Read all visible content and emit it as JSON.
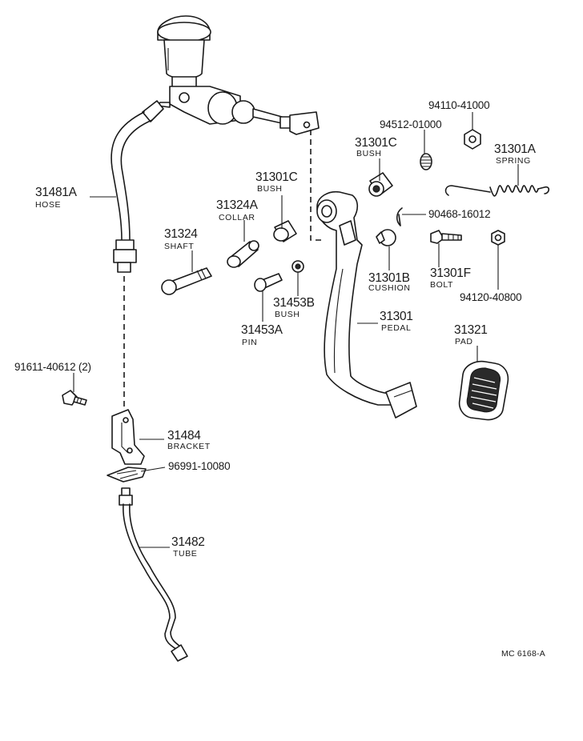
{
  "parts": {
    "hose": {
      "number": "31481A",
      "name": "HOSE"
    },
    "shaft": {
      "number": "31324",
      "name": "SHAFT"
    },
    "collar": {
      "number": "31324A",
      "name": "COLLAR"
    },
    "bush_c1": {
      "number": "31301C",
      "name": "BUSH"
    },
    "bush_c2": {
      "number": "31301C",
      "name": "BUSH"
    },
    "bush_b": {
      "number": "31453B",
      "name": "BUSH"
    },
    "pin": {
      "number": "31453A",
      "name": "PIN"
    },
    "spring": {
      "number": "31301A",
      "name": "SPRING"
    },
    "cushion": {
      "number": "31301B",
      "name": "CUSHION"
    },
    "bolt": {
      "number": "31301F",
      "name": "BOLT"
    },
    "pedal": {
      "number": "31301",
      "name": "PEDAL"
    },
    "pad": {
      "number": "31321",
      "name": "PAD"
    },
    "bracket": {
      "number": "31484",
      "name": "BRACKET"
    },
    "tube": {
      "number": "31482",
      "name": "TUBE"
    }
  },
  "codes": {
    "nut_top": "94110-41000",
    "washer": "94512-01000",
    "clip": "90468-16012",
    "nut_right": "94120-40800",
    "bolt_left": "91611-40612 (2)",
    "clip_lower": "96991-10080"
  },
  "diagram_id": "MC 6168-A"
}
